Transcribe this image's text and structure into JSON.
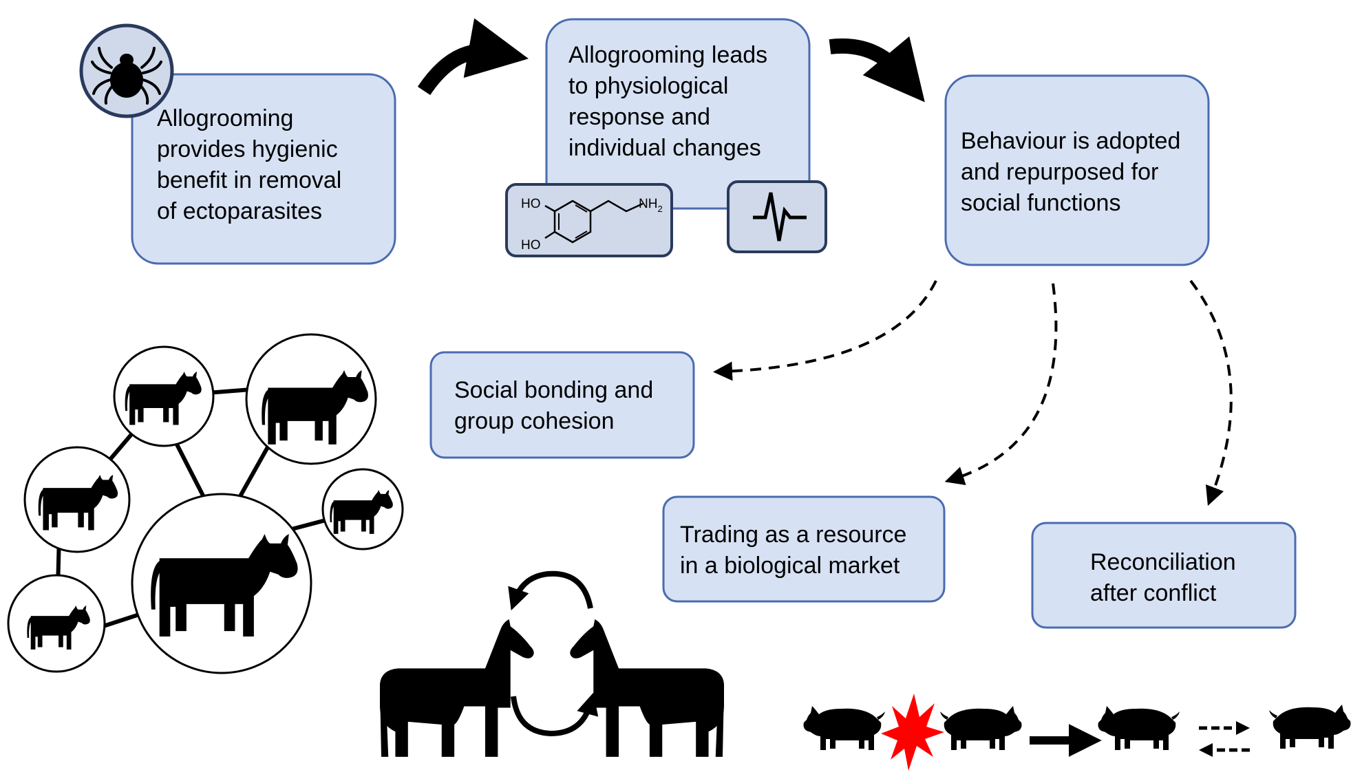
{
  "colors": {
    "box_fill": "#d6e1f3",
    "box_stroke": "#4a6bb0",
    "inset_fill": "#d0d9ea",
    "inset_stroke": "#2a3a5c",
    "ink": "#000000",
    "burst": "#ff0000"
  },
  "boxes": {
    "hygiene": [
      "Allogrooming",
      "provides hygienic",
      "benefit in removal",
      "of ectoparasites"
    ],
    "physiology": [
      "Allogrooming  leads",
      "to physiological",
      "response and",
      "individual changes"
    ],
    "adoption": [
      "Behaviour is adopted",
      "and repurposed  for",
      "social functions"
    ],
    "bonding": [
      "Social bonding  and",
      "group  cohesion"
    ],
    "trading": [
      "Trading  as a resource",
      "in a biological market"
    ],
    "reconciliation": [
      "Reconciliation",
      "after conflict"
    ]
  },
  "molecule": {
    "ho_top": "HO",
    "ho_bottom": "HO",
    "amine": "NH",
    "amine_sub": "2"
  },
  "icons": {
    "parasite": "tick-icon",
    "hormone": "dopamine-structure-icon",
    "heartbeat": "pulse-icon",
    "network": "cow-icon",
    "trading": "horse-icon",
    "reconciliation": "pig-icon",
    "conflict": "conflict-burst-icon"
  }
}
